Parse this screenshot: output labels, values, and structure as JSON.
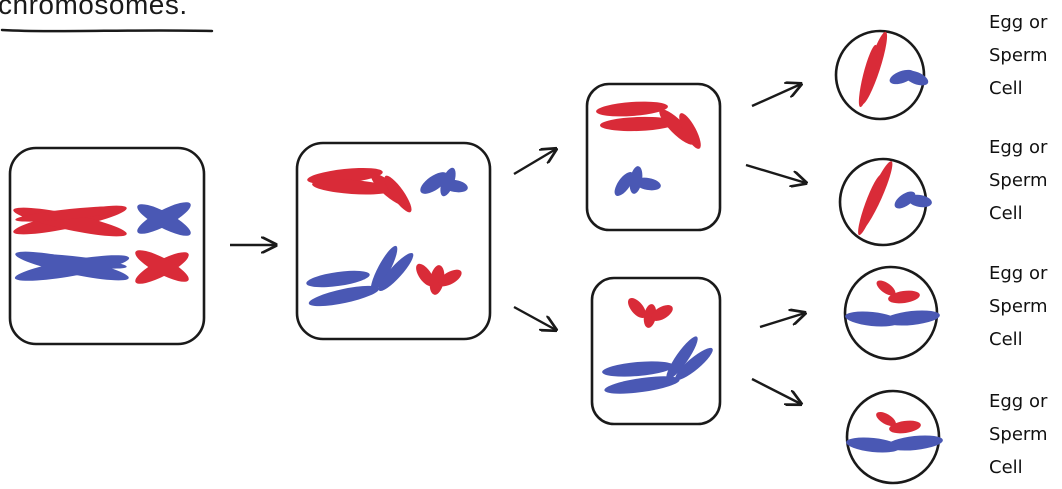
{
  "heading_fragment": "chromosomes.",
  "colors": {
    "maternal": "#d92b38",
    "paternal": "#4a58b4",
    "outline": "#1a1a1a"
  },
  "labels": [
    {
      "line1": "Egg or",
      "line2": "Sperm",
      "line3": "Cell"
    },
    {
      "line1": "Egg or",
      "line2": "Sperm",
      "line3": "Cell"
    },
    {
      "line1": "Egg or",
      "line2": "Sperm",
      "line3": "Cell"
    },
    {
      "line1": "Egg or",
      "line2": "Sperm",
      "line3": "Cell"
    }
  ]
}
